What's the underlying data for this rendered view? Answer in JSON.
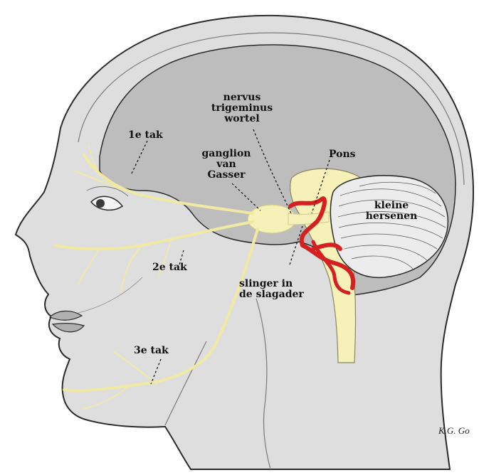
{
  "colors": {
    "skin": "#dedede",
    "brain": "#bdbdbd",
    "nerve": "#f5f1b8",
    "nerve_stroke": "#cfc98a",
    "artery": "#d42020",
    "outline": "#2a2a2a",
    "background": "#ffffff"
  },
  "labels": {
    "nervus_trigeminus_wortel": [
      "nervus",
      "trigeminus",
      "wortel"
    ],
    "ganglion_van_gasser": [
      "ganglion",
      "van",
      "Gasser"
    ],
    "tak_1": "1e tak",
    "tak_2": "2e tak",
    "tak_3": "3e tak",
    "pons": "Pons",
    "kleine_hersenen": [
      "kleine",
      "hersenen"
    ],
    "slinger_in_de_slagader": [
      "slinger in",
      "de slagader"
    ]
  },
  "credit": "K.G. Go"
}
